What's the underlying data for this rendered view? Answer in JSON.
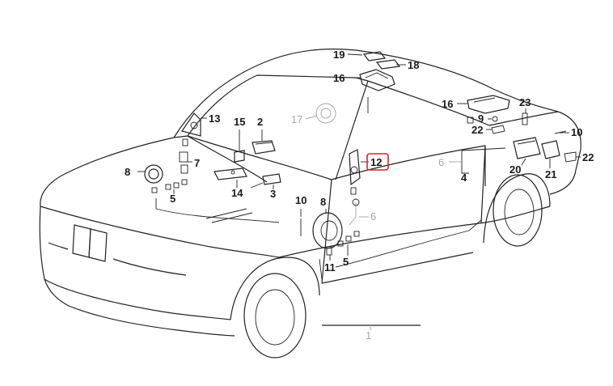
{
  "labels": {
    "l1": "1",
    "l2": "2",
    "l3": "3",
    "l4": "4",
    "l5a": "5",
    "l5b": "5",
    "l6a": "6",
    "l6b": "6",
    "l7": "7",
    "l8a": "8",
    "l8b": "8",
    "l9": "9",
    "l10a": "10",
    "l10b": "10",
    "l11": "11",
    "l12": "12",
    "l13": "13",
    "l14": "14",
    "l15": "15",
    "l16a": "16",
    "l16b": "16",
    "l17": "17",
    "l18": "18",
    "l19": "19",
    "l20": "20",
    "l21": "21",
    "l22a": "22",
    "l22b": "22",
    "l23": "23"
  },
  "highlight_color": "#e0202c"
}
